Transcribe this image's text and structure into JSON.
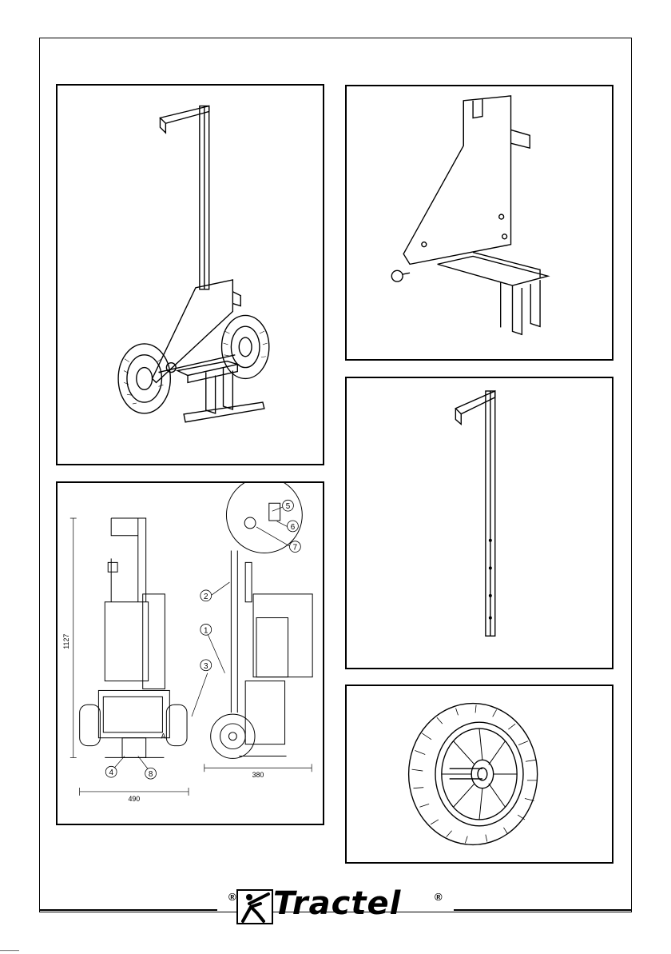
{
  "brand": {
    "name": "Tractel",
    "registered_mark": "®"
  },
  "drawing_details": {
    "callouts": [
      "1",
      "2",
      "3",
      "4",
      "5",
      "6",
      "7",
      "8"
    ],
    "dimensions": {
      "height": "1127",
      "width_front": "490",
      "depth_side": "380"
    },
    "view_label": "A"
  },
  "footer": {
    "crop_mark": "———"
  }
}
